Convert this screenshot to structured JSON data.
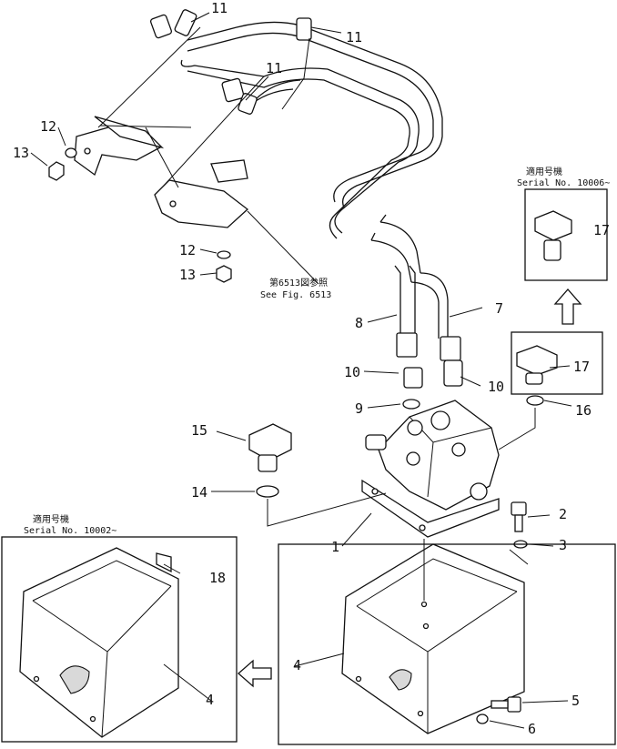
{
  "callouts": [
    {
      "key": "c11a",
      "text": "11"
    },
    {
      "key": "c11b",
      "text": "11"
    },
    {
      "key": "c11c",
      "text": "11"
    },
    {
      "key": "c12a",
      "text": "12"
    },
    {
      "key": "c13a",
      "text": "13"
    },
    {
      "key": "c12b",
      "text": "12"
    },
    {
      "key": "c13b",
      "text": "13"
    },
    {
      "key": "c8",
      "text": "8"
    },
    {
      "key": "c7",
      "text": "7"
    },
    {
      "key": "c10a",
      "text": "10"
    },
    {
      "key": "c10b",
      "text": "10"
    },
    {
      "key": "c9",
      "text": "9"
    },
    {
      "key": "c15",
      "text": "15"
    },
    {
      "key": "c14",
      "text": "14"
    },
    {
      "key": "c17a",
      "text": "17"
    },
    {
      "key": "c17b",
      "text": "17"
    },
    {
      "key": "c16",
      "text": "16"
    },
    {
      "key": "c2",
      "text": "2"
    },
    {
      "key": "c3",
      "text": "3"
    },
    {
      "key": "c1",
      "text": "1"
    },
    {
      "key": "c18",
      "text": "18"
    },
    {
      "key": "c4a",
      "text": "4"
    },
    {
      "key": "c4b",
      "text": "4"
    },
    {
      "key": "c5",
      "text": "5"
    },
    {
      "key": "c6",
      "text": "6"
    }
  ],
  "notes": {
    "see_fig_jp": "第6513図参照",
    "see_fig": "See Fig. 6513",
    "serial_a_jp": "適用号機",
    "serial_a": "Serial No. 10006~",
    "serial_b_jp": "適用号機",
    "serial_b": "Serial No. 10002~"
  }
}
